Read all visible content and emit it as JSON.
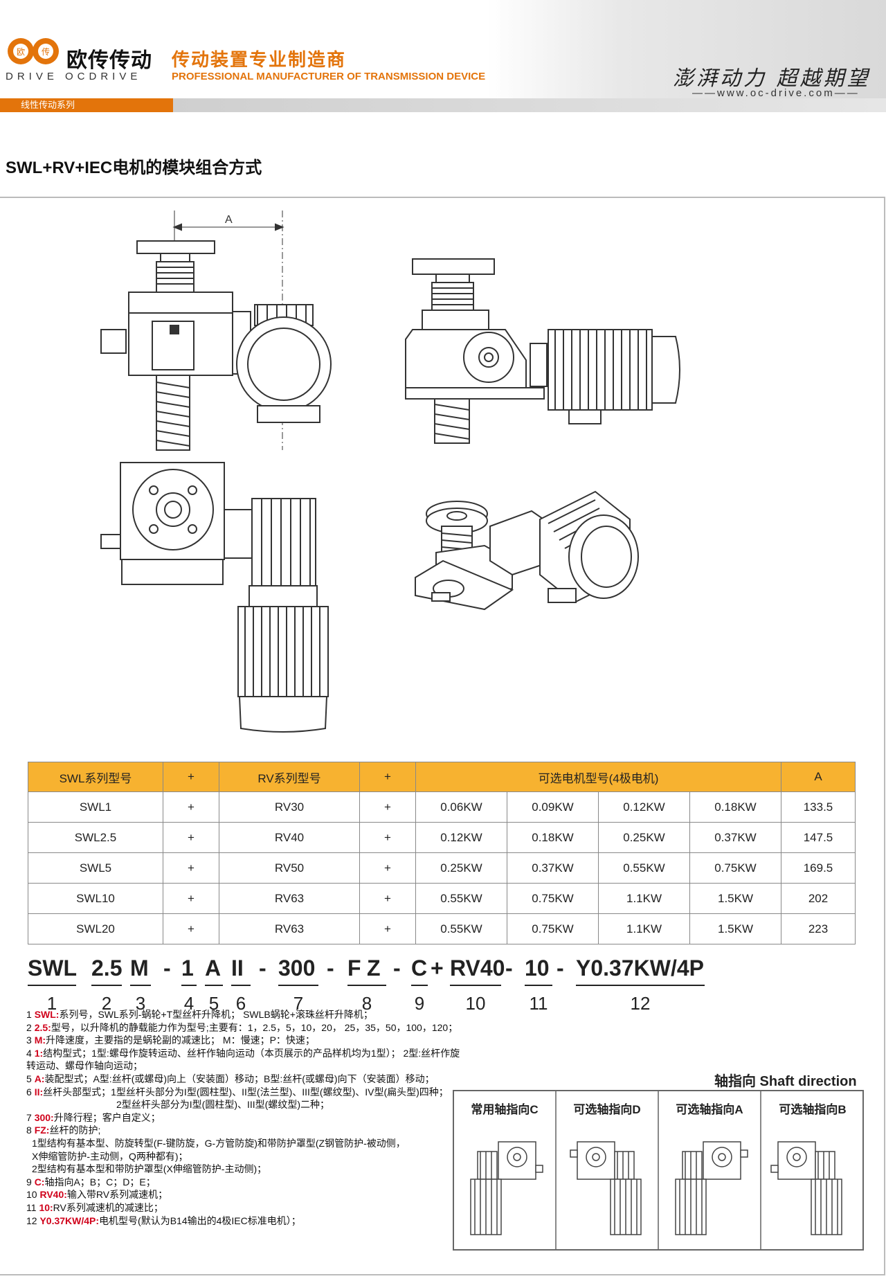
{
  "header": {
    "brand_cn": "欧传传动",
    "brand_en": "DRIVE  OCDRIVE",
    "logo_letters": "欧传",
    "slogan_cn": "传动装置专业制造商",
    "slogan_en": "PROFESSIONAL MANUFACTURER OF TRANSMISSION DEVICE",
    "motto": "澎湃动力 超越期望",
    "website": "——www.oc-drive.com——",
    "series": "线性传动系列",
    "accent": "#e3740b"
  },
  "page_title": "SWL+RV+IEC电机的模块组合方式",
  "drawing": {
    "dim_label": "A"
  },
  "table": {
    "headers": [
      "SWL系列型号",
      "+",
      "RV系列型号",
      "+",
      "可选电机型号(4极电机)",
      "A"
    ],
    "rows": [
      [
        "SWL1",
        "+",
        "RV30",
        "+",
        "0.06KW",
        "0.09KW",
        "0.12KW",
        "0.18KW",
        "133.5"
      ],
      [
        "SWL2.5",
        "+",
        "RV40",
        "+",
        "0.12KW",
        "0.18KW",
        "0.25KW",
        "0.37KW",
        "147.5"
      ],
      [
        "SWL5",
        "+",
        "RV50",
        "+",
        "0.25KW",
        "0.37KW",
        "0.55KW",
        "0.75KW",
        "169.5"
      ],
      [
        "SWL10",
        "+",
        "RV63",
        "+",
        "0.55KW",
        "0.75KW",
        "1.1KW",
        "1.5KW",
        "202"
      ],
      [
        "SWL20",
        "+",
        "RV63",
        "+",
        "0.55KW",
        "0.75KW",
        "1.1KW",
        "1.5KW",
        "223"
      ]
    ],
    "header_color": "#f7b230"
  },
  "code": {
    "segments": [
      "SWL",
      "2.5",
      "M",
      "-",
      "1",
      "A",
      "II",
      "-",
      "300",
      "-",
      "F",
      "Z",
      "-",
      "C",
      "+",
      "RV40",
      "-",
      "10",
      "-",
      "Y0.37KW/4P"
    ],
    "numbers": [
      "1",
      "2",
      "3",
      "4",
      "5",
      "6",
      "7",
      "8",
      "9",
      "10",
      "11",
      "12"
    ]
  },
  "notes": [
    {
      "n": "1",
      "key": "SWL:",
      "text": "系列号，SWL系列-蜗轮+T型丝杆升降机； SWLB蜗轮+滚珠丝杆升降机；"
    },
    {
      "n": "2",
      "key": "2.5:",
      "text": "型号，以升降机的静载能力作为型号;主要有：1，2.5，5，10，20， 25，35，50，100，120；"
    },
    {
      "n": "3",
      "key": "M:",
      "text": "升降速度，主要指的是蜗轮副的减速比； M：慢速；P：快速；"
    },
    {
      "n": "4",
      "key": "1:",
      "text": "结构型式；1型:螺母作旋转运动、丝杆作轴向运动（本页展示的产品样机均为1型）； 2型:丝杆作旋转运动、螺母作轴向运动；"
    },
    {
      "n": "5",
      "key": "A:",
      "text": "装配型式；A型:丝杆(或螺母)向上（安装面）移动；B型:丝杆(或螺母)向下（安装面）移动；"
    },
    {
      "n": "6",
      "key": "II:",
      "text": "丝杆头部型式；1型丝杆头部分为I型(圆柱型)、II型(法兰型)、III型(螺纹型)、IV型(扁头型)四种；"
    },
    {
      "n": "",
      "key": "",
      "text": "2型丝杆头部分为I型(圆柱型)、III型(螺纹型)二种；"
    },
    {
      "n": "7",
      "key": "300:",
      "text": "升降行程；客户自定义；"
    },
    {
      "n": "8",
      "key": "FZ:",
      "text": "丝杆的防护;"
    },
    {
      "n": "",
      "key": "",
      "text": "1型结构有基本型、防旋转型(F-键防旋，G-方管防旋)和带防护罩型(Z钢管防护-被动侧，"
    },
    {
      "n": "",
      "key": "",
      "text": "X伸缩管防护-主动侧，Q两种都有)；"
    },
    {
      "n": "",
      "key": "",
      "text": "2型结构有基本型和带防护罩型(X伸缩管防护-主动侧)；"
    },
    {
      "n": "9",
      "key": "C:",
      "text": "轴指向A；B；C；D；E；"
    },
    {
      "n": "10",
      "key": "RV40:",
      "text": "输入带RV系列减速机；"
    },
    {
      "n": "11",
      "key": "10:",
      "text": "RV系列减速机的减速比；"
    },
    {
      "n": "12",
      "key": "Y0.37KW/4P:",
      "text": "电机型号(默认为B14输出的4极IEC标准电机）；"
    }
  ],
  "shaft": {
    "title": "轴指向  Shaft direction",
    "options": [
      "常用轴指向C",
      "可选轴指向D",
      "可选轴指向A",
      "可选轴指向B"
    ]
  }
}
